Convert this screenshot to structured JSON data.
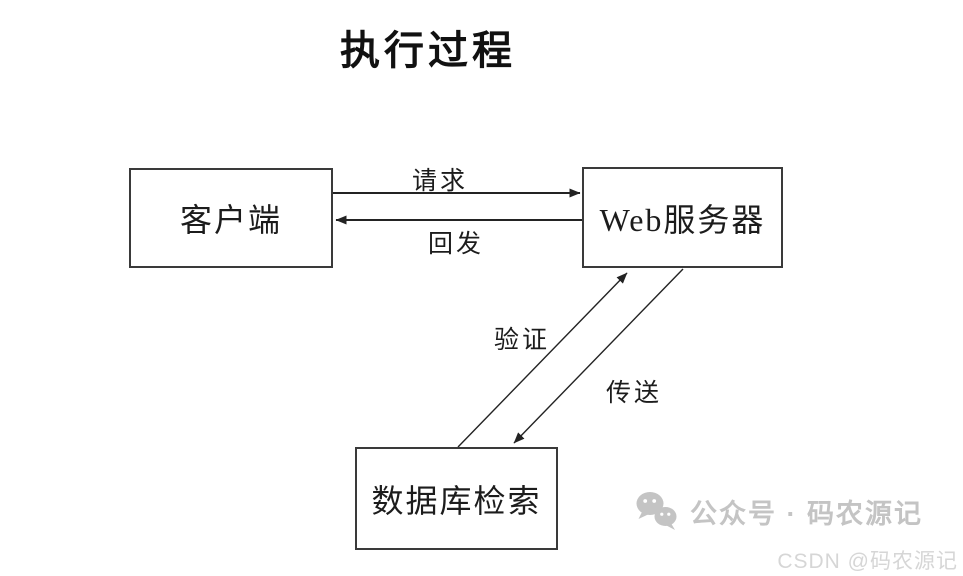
{
  "title": "执行过程",
  "nodes": {
    "client": {
      "label": "客户端"
    },
    "server": {
      "label": "Web服务器"
    },
    "database": {
      "label": "数据库检索"
    }
  },
  "edges": {
    "request": {
      "label": "请求",
      "from": "client",
      "to": "server"
    },
    "postback": {
      "label": "回发",
      "from": "server",
      "to": "client"
    },
    "verify": {
      "label": "验证",
      "from": "database",
      "to": "server"
    },
    "transfer": {
      "label": "传送",
      "from": "server",
      "to": "database"
    }
  },
  "watermark": {
    "wechat_label": "公众号 · 码农源记",
    "csdn_label": "CSDN @码农源记"
  },
  "colors": {
    "line": "#232323",
    "box_border": "#3a3a3a",
    "text": "#1c1c1c",
    "watermark_gray": "#c4c4c4",
    "csdn_gray": "#d6d6d6",
    "background": "#ffffff"
  }
}
